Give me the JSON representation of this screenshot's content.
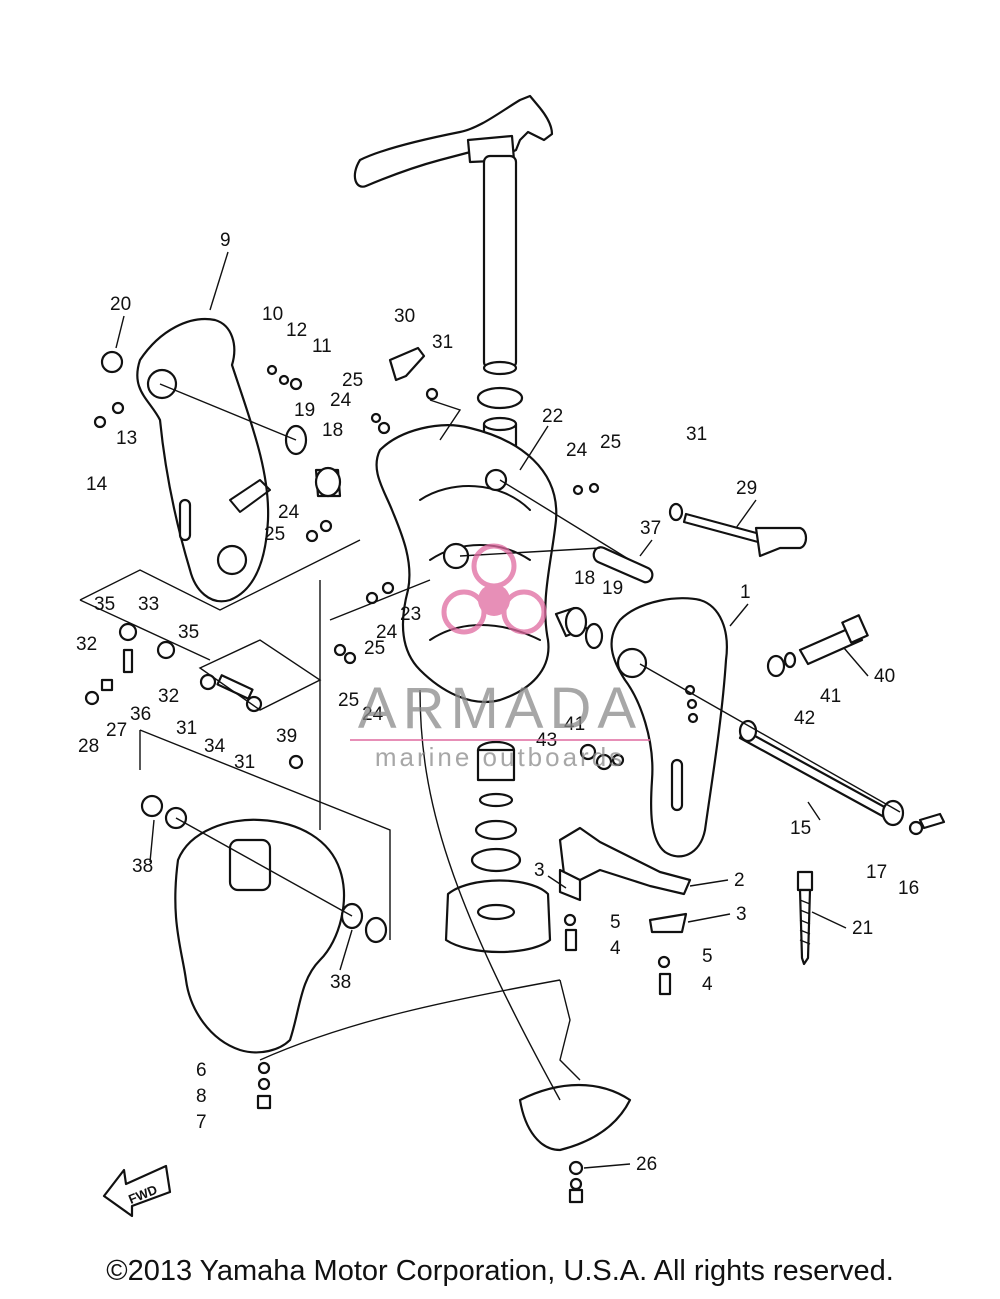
{
  "diagram": {
    "callouts": [
      {
        "text": "1"
      },
      {
        "text": "2"
      },
      {
        "text": "3"
      },
      {
        "text": "3"
      },
      {
        "text": "4"
      },
      {
        "text": "4"
      },
      {
        "text": "5"
      },
      {
        "text": "5"
      },
      {
        "text": "6"
      },
      {
        "text": "7"
      },
      {
        "text": "8"
      },
      {
        "text": "9"
      },
      {
        "text": "10"
      },
      {
        "text": "11"
      },
      {
        "text": "12"
      },
      {
        "text": "13"
      },
      {
        "text": "14"
      },
      {
        "text": "15"
      },
      {
        "text": "16"
      },
      {
        "text": "17"
      },
      {
        "text": "18"
      },
      {
        "text": "18"
      },
      {
        "text": "19"
      },
      {
        "text": "19"
      },
      {
        "text": "20"
      },
      {
        "text": "21"
      },
      {
        "text": "22"
      },
      {
        "text": "23"
      },
      {
        "text": "24"
      },
      {
        "text": "24"
      },
      {
        "text": "24"
      },
      {
        "text": "24"
      },
      {
        "text": "24"
      },
      {
        "text": "25"
      },
      {
        "text": "25"
      },
      {
        "text": "25"
      },
      {
        "text": "25"
      },
      {
        "text": "25"
      },
      {
        "text": "26"
      },
      {
        "text": "27"
      },
      {
        "text": "28"
      },
      {
        "text": "29"
      },
      {
        "text": "30"
      },
      {
        "text": "31"
      },
      {
        "text": "31"
      },
      {
        "text": "31"
      },
      {
        "text": "31"
      },
      {
        "text": "32"
      },
      {
        "text": "32"
      },
      {
        "text": "33"
      },
      {
        "text": "34"
      },
      {
        "text": "35"
      },
      {
        "text": "35"
      },
      {
        "text": "36"
      },
      {
        "text": "37"
      },
      {
        "text": "38"
      },
      {
        "text": "38"
      },
      {
        "text": "39"
      },
      {
        "text": "40"
      },
      {
        "text": "41"
      },
      {
        "text": "41"
      },
      {
        "text": "42"
      },
      {
        "text": "43"
      }
    ],
    "fwd_label": "FWD"
  },
  "watermark": {
    "brand": "ARMADA",
    "tagline": "marine outboards",
    "color": "#e06aa0"
  },
  "copyright": "©2013 Yamaha Motor Corporation, U.S.A. All rights reserved."
}
